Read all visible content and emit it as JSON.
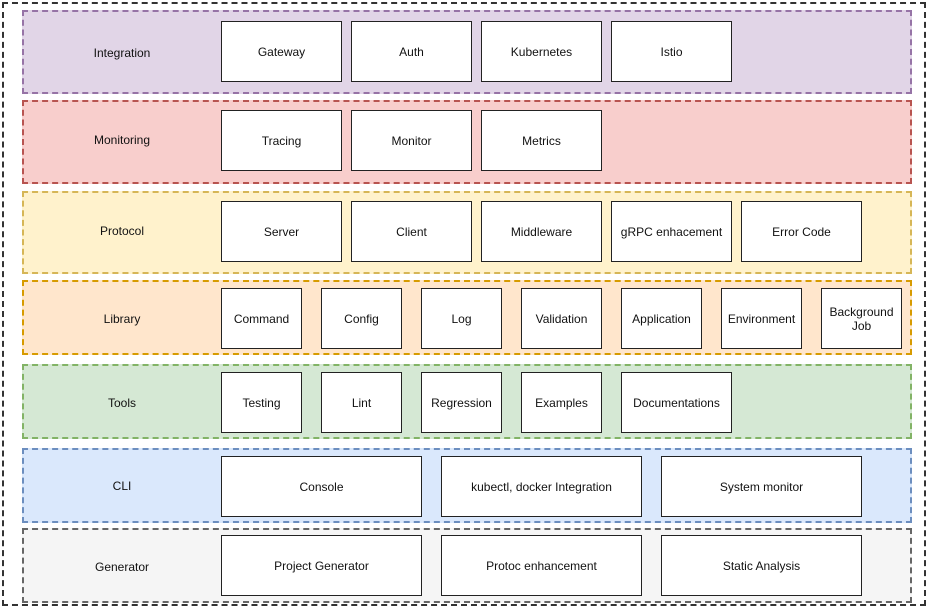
{
  "layers": [
    {
      "id": "integration",
      "label": "Integration",
      "fill": "#e1d5e7",
      "stroke": "#9673a6",
      "components": [
        "Gateway",
        "Auth",
        "Kubernetes",
        "Istio"
      ]
    },
    {
      "id": "monitoring",
      "label": "Monitoring",
      "fill": "#f8cecc",
      "stroke": "#b85450",
      "components": [
        "Tracing",
        "Monitor",
        "Metrics"
      ]
    },
    {
      "id": "protocol",
      "label": "Protocol",
      "fill": "#fff2cc",
      "stroke": "#d6b656",
      "components": [
        "Server",
        "Client",
        "Middleware",
        "gRPC enhacement",
        "Error Code"
      ]
    },
    {
      "id": "library",
      "label": "Library",
      "fill": "#ffe6cc",
      "stroke": "#d79b00",
      "components": [
        "Command",
        "Config",
        "Log",
        "Validation",
        "Application",
        "Environment",
        "Background\nJob"
      ]
    },
    {
      "id": "tools",
      "label": "Tools",
      "fill": "#d5e8d4",
      "stroke": "#82b366",
      "components": [
        "Testing",
        "Lint",
        "Regression",
        "Examples",
        "Documentations"
      ]
    },
    {
      "id": "cli",
      "label": "CLI",
      "fill": "#dae8fc",
      "stroke": "#6c8ebf",
      "components": [
        "Console",
        "kubectl, docker Integration",
        "System monitor"
      ]
    },
    {
      "id": "generator",
      "label": "Generator",
      "fill": "#f5f5f5",
      "stroke": "#666666",
      "components": [
        "Project Generator",
        "Protoc enhancement",
        "Static Analysis"
      ]
    }
  ]
}
